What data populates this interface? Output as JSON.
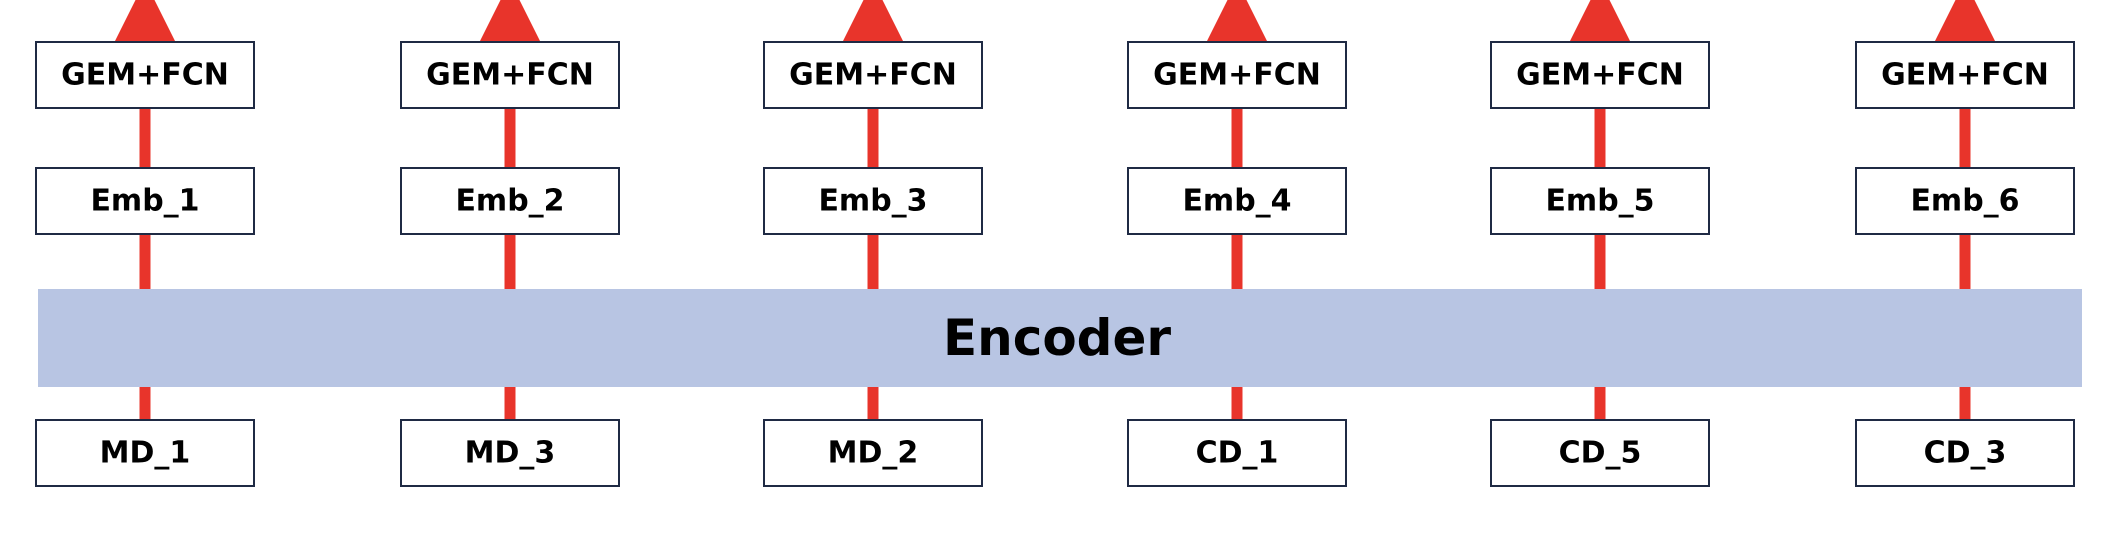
{
  "colors": {
    "arrow": "#e8342b",
    "encoder_fill": "#b8c5e3",
    "box_border": "#1f2a44",
    "box_fill": "#ffffff",
    "text": "#000000"
  },
  "encoder": {
    "label": "Encoder"
  },
  "columns": [
    {
      "input": "MD_1",
      "embedding": "Emb_1",
      "head": "GEM+FCN"
    },
    {
      "input": "MD_3",
      "embedding": "Emb_2",
      "head": "GEM+FCN"
    },
    {
      "input": "MD_2",
      "embedding": "Emb_3",
      "head": "GEM+FCN"
    },
    {
      "input": "CD_1",
      "embedding": "Emb_4",
      "head": "GEM+FCN"
    },
    {
      "input": "CD_5",
      "embedding": "Emb_5",
      "head": "GEM+FCN"
    },
    {
      "input": "CD_3",
      "embedding": "Emb_6",
      "head": "GEM+FCN"
    }
  ]
}
